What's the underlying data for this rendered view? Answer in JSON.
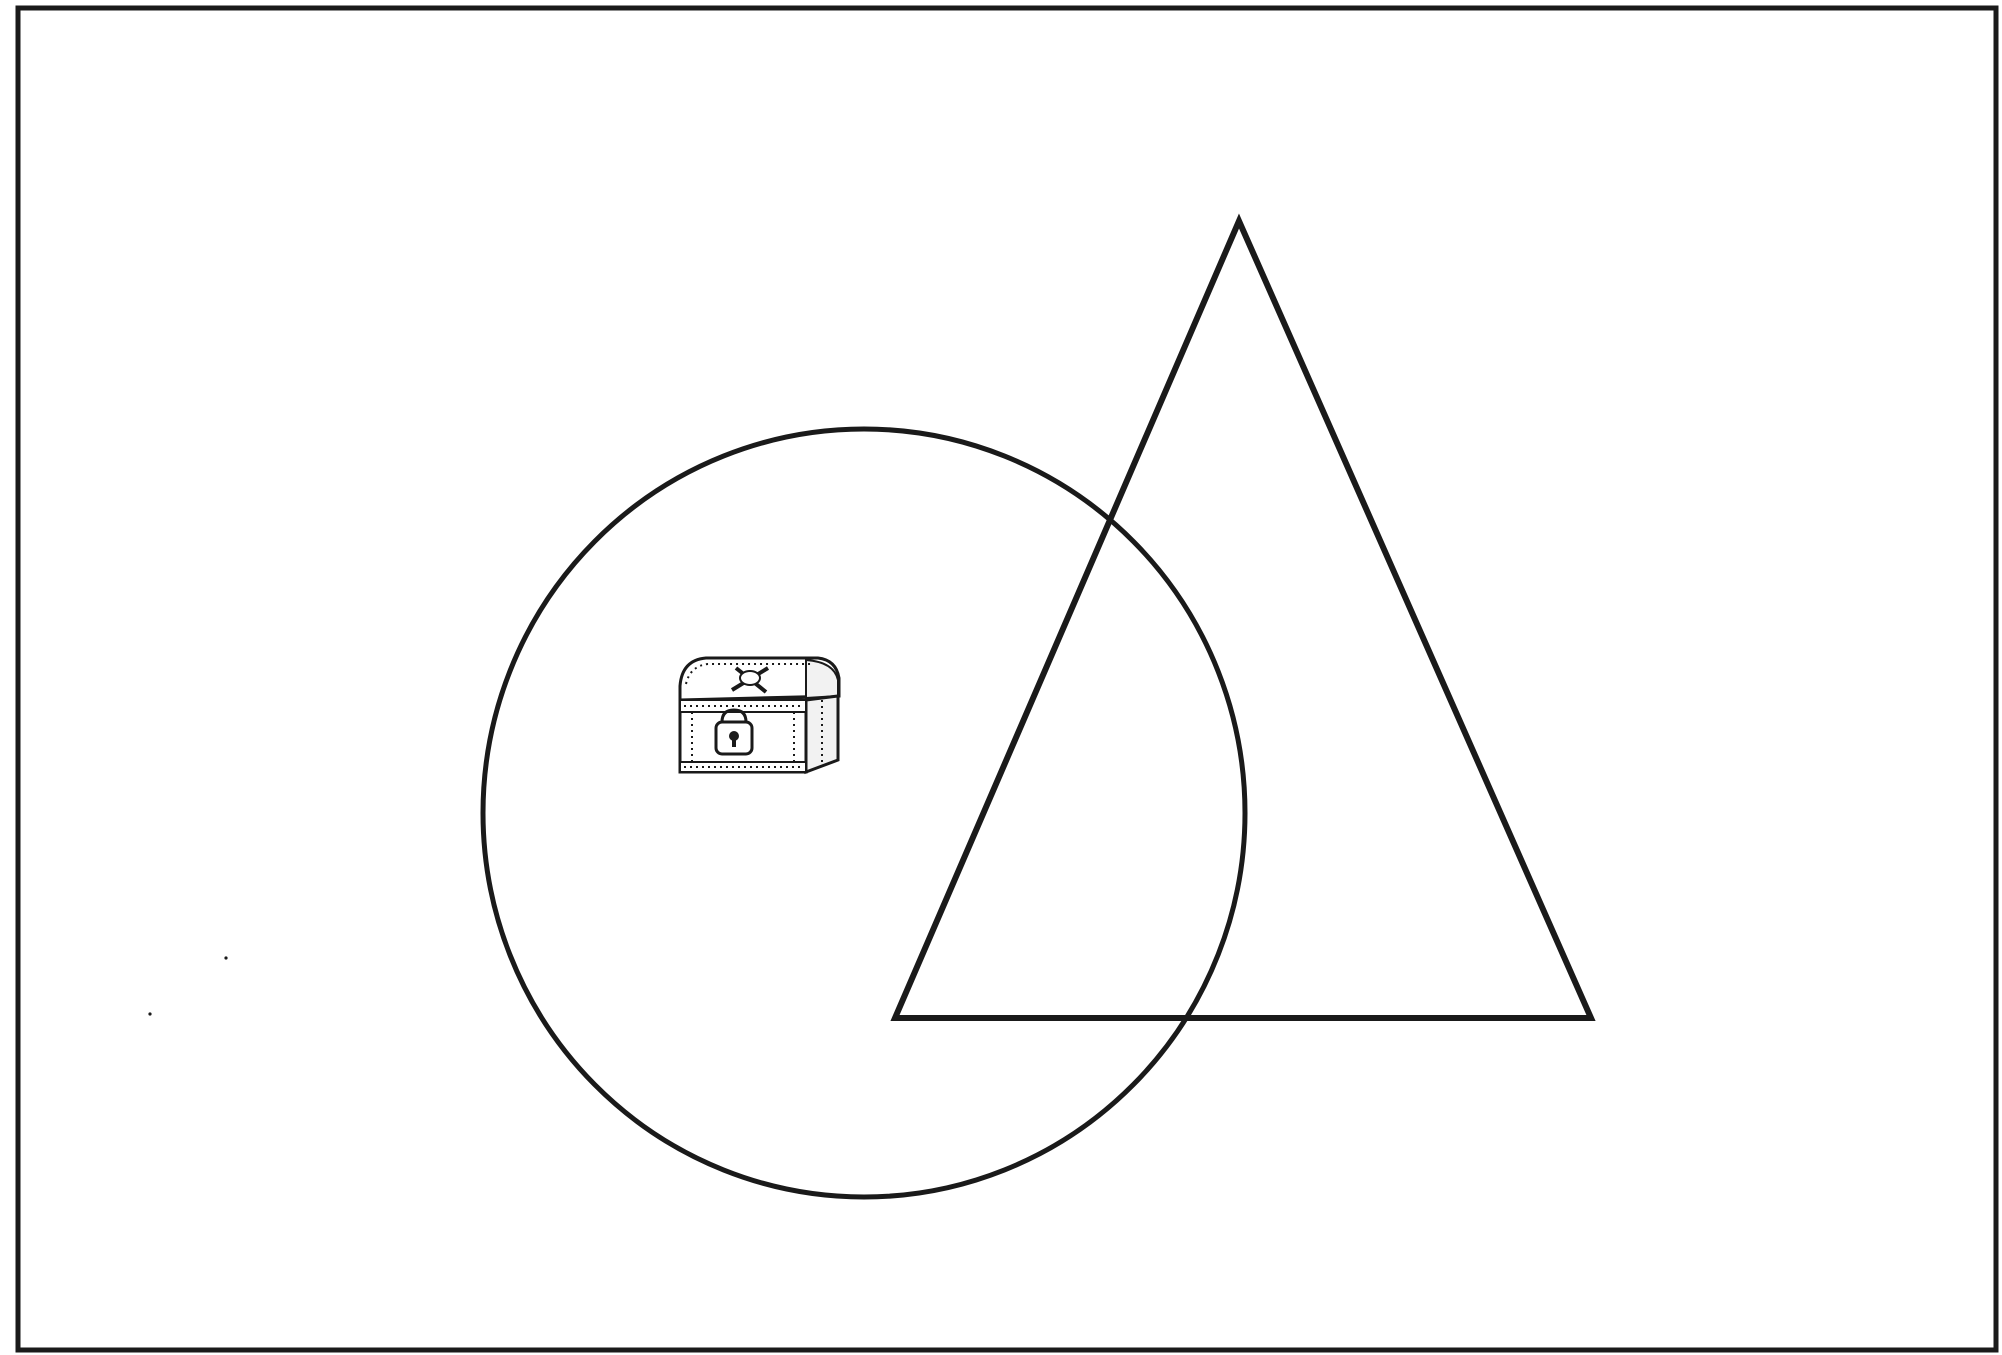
{
  "diagram": {
    "background": "#ffffff",
    "stroke_color": "#1a1a1a",
    "shapes": [
      {
        "kind": "circle",
        "name": "circle-shape"
      },
      {
        "kind": "triangle",
        "name": "triangle-shape"
      }
    ],
    "icon": "treasure-chest-icon"
  }
}
